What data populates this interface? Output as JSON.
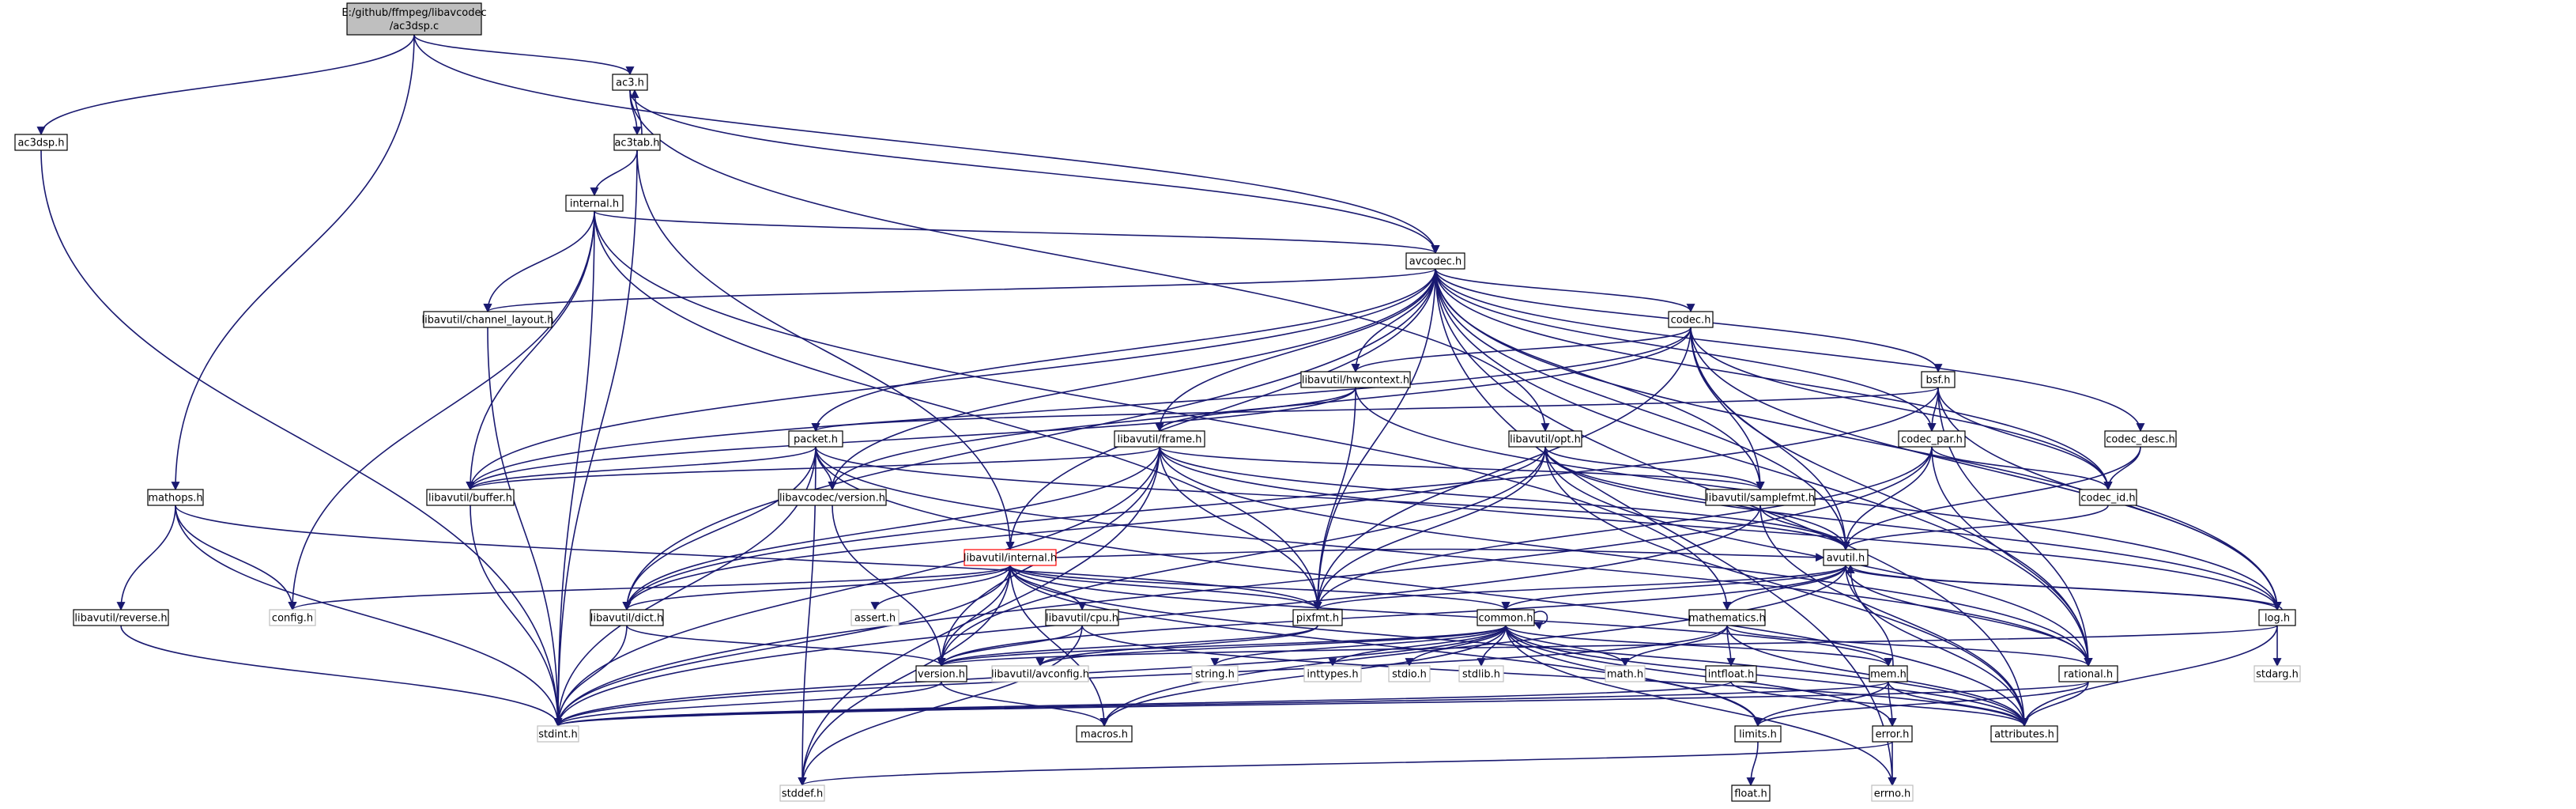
{
  "root": {
    "line1": "E:/github/ffmpeg/libavcodec",
    "line2": "/ac3dsp.c"
  },
  "nodes": {
    "ac3h": "ac3.h",
    "ac3tab": "ac3tab.h",
    "internal": "internal.h",
    "ac3dsp": "ac3dsp.h",
    "mathops": "mathops.h",
    "avcodec": "avcodec.h",
    "chlayout": "libavutil/channel_layout.h",
    "codec": "codec.h",
    "hwctx": "libavutil/hwcontext.h",
    "bsf": "bsf.h",
    "packet": "packet.h",
    "frame": "libavutil/frame.h",
    "opt": "libavutil/opt.h",
    "codecpar": "codec_par.h",
    "codecdesc": "codec_desc.h",
    "buffer": "libavutil/buffer.h",
    "lcversion": "libavcodec/version.h",
    "samplefmt": "libavutil/samplefmt.h",
    "codecid": "codec_id.h",
    "avutil": "avutil.h",
    "luinternal": "libavutil/internal.h",
    "reverse": "libavutil/reverse.h",
    "config": "config.h",
    "dict": "libavutil/dict.h",
    "assert": "assert.h",
    "cpu": "libavutil/cpu.h",
    "pixfmt": "pixfmt.h",
    "common": "common.h",
    "mathem": "mathematics.h",
    "log": "log.h",
    "version": "version.h",
    "avconfig": "libavutil/avconfig.h",
    "string": "string.h",
    "inttypes": "inttypes.h",
    "stdio": "stdio.h",
    "stdlib": "stdlib.h",
    "mathh": "math.h",
    "intfloat": "intfloat.h",
    "mem": "mem.h",
    "rational": "rational.h",
    "stdarg": "stdarg.h",
    "stdint": "stdint.h",
    "macros": "macros.h",
    "limits": "limits.h",
    "errorh": "error.h",
    "attributes": "attributes.h",
    "stddef": "stddef.h",
    "errno": "errno.h",
    "floath": "float.h"
  }
}
